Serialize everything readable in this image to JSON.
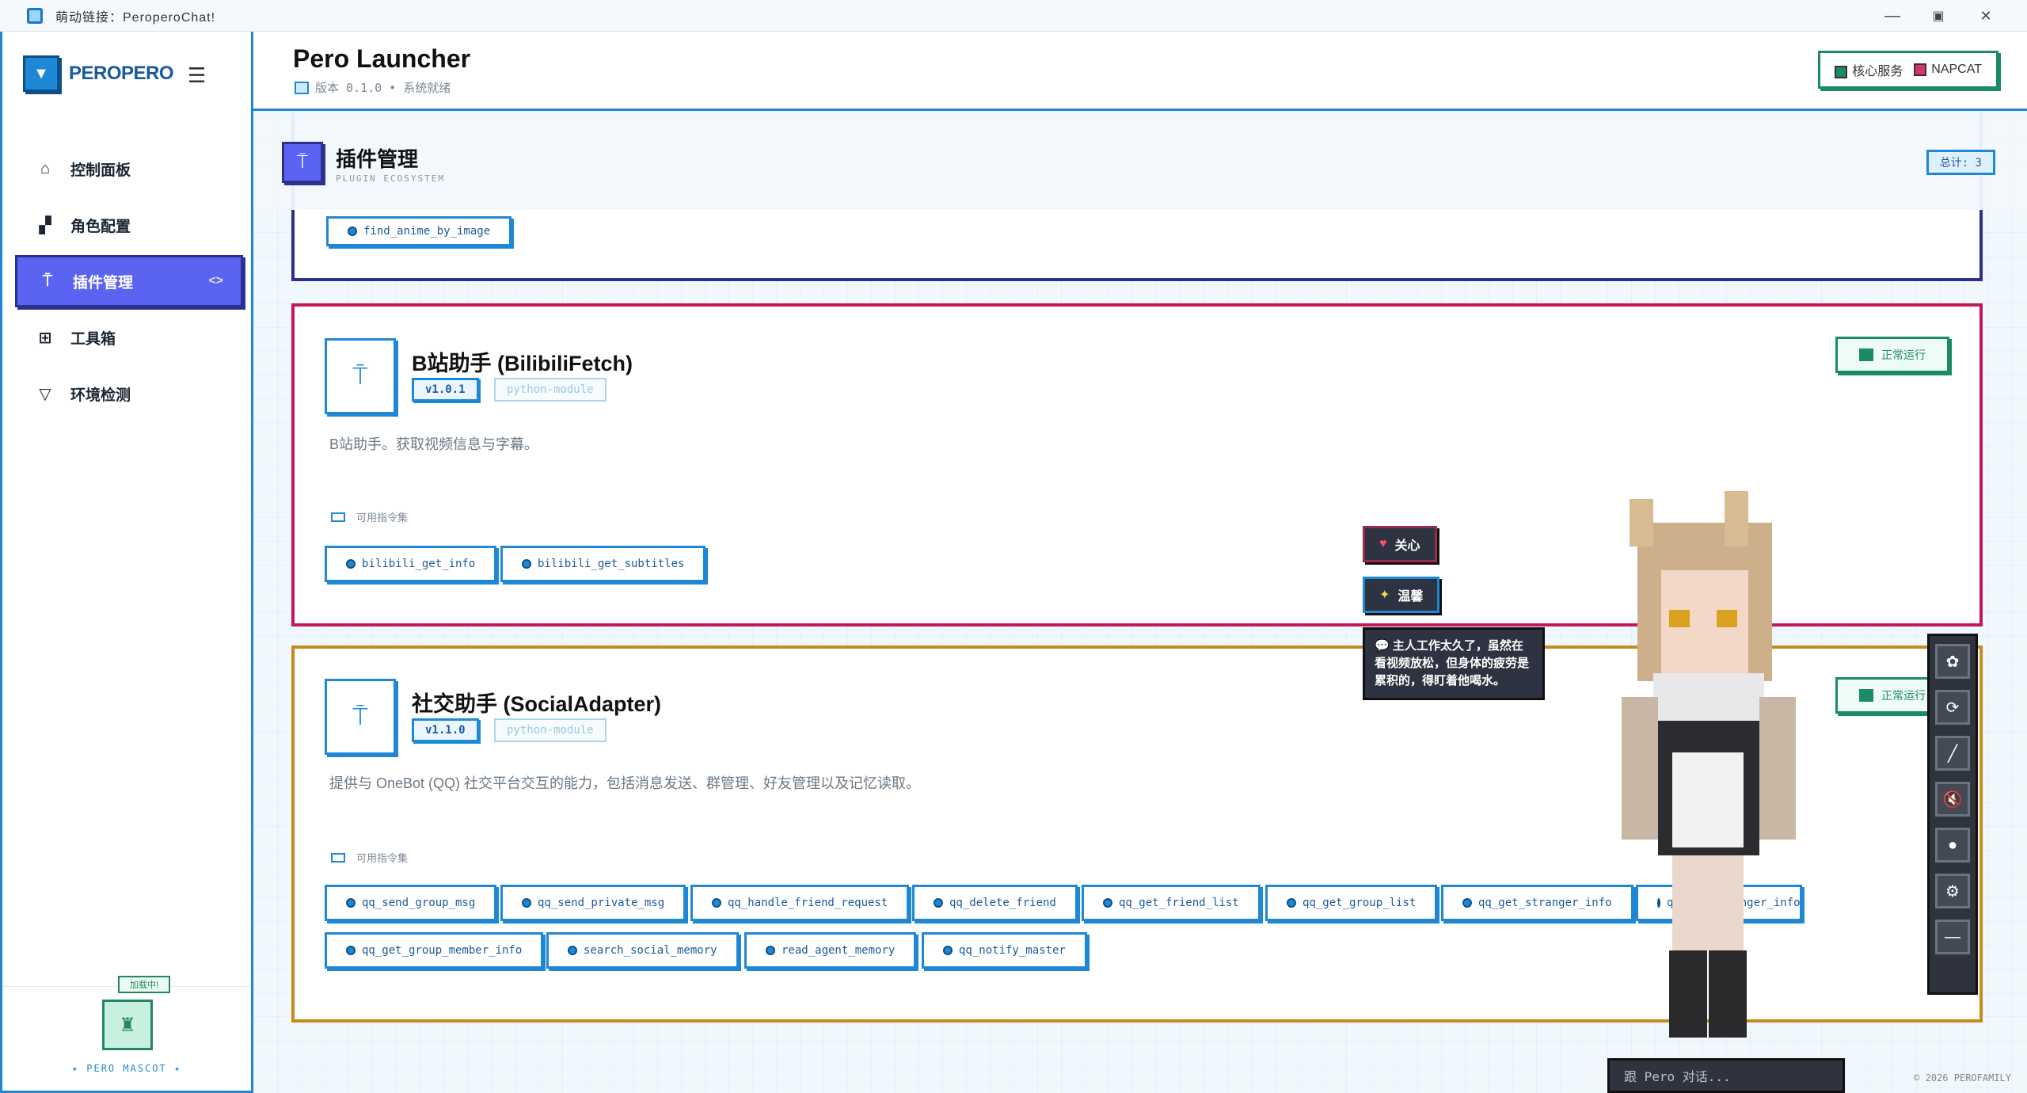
{
  "window": {
    "title": "萌动链接：PeroperoChat!",
    "controls": {
      "minimize": "—",
      "maximize": "▣",
      "close": "✕"
    }
  },
  "sidebar": {
    "brand": "PEROPERO",
    "menu_icon": "☰",
    "items": [
      {
        "label": "控制面板",
        "icon": "home-icon"
      },
      {
        "label": "角色配置",
        "icon": "character-icon"
      },
      {
        "label": "插件管理",
        "icon": "plugin-icon",
        "active": true
      },
      {
        "label": "工具箱",
        "icon": "grid-icon"
      },
      {
        "label": "环境检测",
        "icon": "triangle-icon"
      }
    ],
    "mascot": {
      "badge": "加载中!",
      "label": "PERO MASCOT"
    }
  },
  "header": {
    "title": "Pero Launcher",
    "subtitle": "版本 0.1.0 • 系统就绪",
    "services": [
      {
        "label": "核心服务",
        "color": "#1b8a66"
      },
      {
        "label": "NAPCAT",
        "color": "#d8336a"
      }
    ]
  },
  "section": {
    "title": "插件管理",
    "subtitle": "PLUGIN ECOSYSTEM",
    "total": "总计: 3"
  },
  "plugins": [
    {
      "commands": [
        "find_anime_by_image"
      ]
    },
    {
      "name": "B站助手 (BilibiliFetch)",
      "version": "v1.0.1",
      "type": "python-module",
      "description": "B站助手。获取视频信息与字幕。",
      "status": "正常运行",
      "commands_label": "可用指令集",
      "commands": [
        "bilibili_get_info",
        "bilibili_get_subtitles"
      ]
    },
    {
      "name": "社交助手 (SocialAdapter)",
      "version": "v1.1.0",
      "type": "python-module",
      "description": "提供与 OneBot (QQ) 社交平台交互的能力，包括消息发送、群管理、好友管理以及记忆读取。",
      "status": "正常运行",
      "commands_label": "可用指令集",
      "commands": [
        "qq_send_group_msg",
        "qq_send_private_msg",
        "qq_handle_friend_request",
        "qq_delete_friend",
        "qq_get_friend_list",
        "qq_get_group_list",
        "qq_get_stranger_info",
        "qq_get_group_member_info",
        "search_social_memory",
        "read_agent_memory",
        "qq_notify_master"
      ]
    }
  ],
  "pet": {
    "moods": [
      "关心",
      "温馨"
    ],
    "bubble": "主人工作太久了，虽然在看视频放松，但身体的疲劳是累积的，得盯着他喝水。",
    "chat_placeholder": "跟 Pero 对话..."
  },
  "footer": {
    "text": "© 2026 PEROFAMILY"
  },
  "colors": {
    "accent": "#1e88d6",
    "active_nav": "#5b63f2",
    "ok": "#1b8a66",
    "card_border_1": "#2d2f8f",
    "card_border_2": "#c2185b",
    "card_border_3": "#c88a1a"
  }
}
